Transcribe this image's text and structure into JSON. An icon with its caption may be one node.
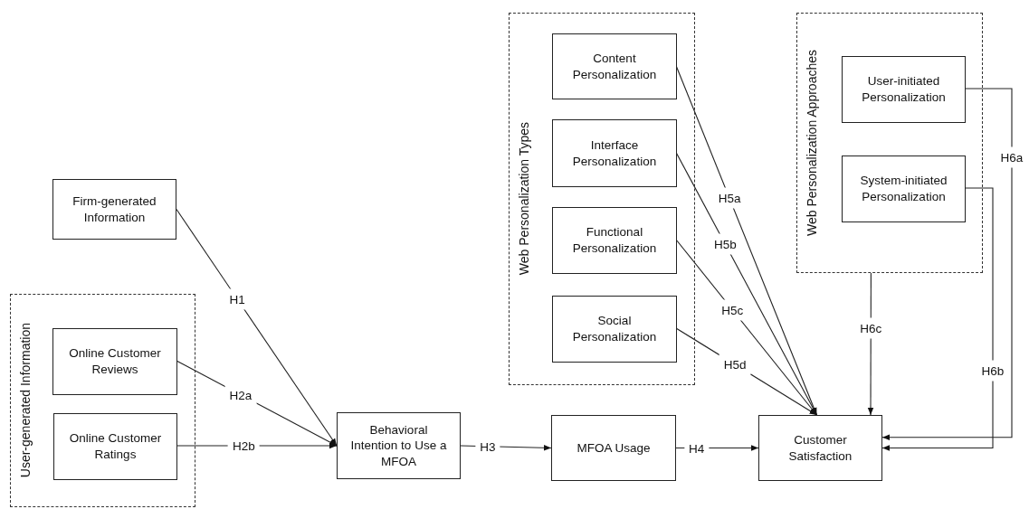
{
  "diagram": {
    "nodes": [
      {
        "text": [
          "Firm-generated Information"
        ]
      },
      {
        "text": [
          "User-generated Information"
        ]
      },
      {
        "text": [
          "Online Customer Reviews"
        ],
        "in": 1
      },
      {
        "text": [
          "Online Customer Ratings"
        ],
        "in": 1
      },
      {
        "text": [
          "Behavioral Intention to Use a MFOA"
        ]
      },
      {
        "text": [
          "Web Personalization Types"
        ]
      },
      {
        "text": [
          "Content Personalization"
        ],
        "in": 5
      },
      {
        "text": [
          "Interface Personalization"
        ],
        "in": 5
      },
      {
        "text": [
          "Functional Personalization"
        ],
        "in": 5
      },
      {
        "text": [
          "Social Personalization"
        ],
        "in": 5
      },
      {
        "text": [
          "MFOA Usage"
        ]
      },
      {
        "text": [
          "Web Personalization Approaches"
        ]
      },
      {
        "text": [
          "User-initiated Personalization"
        ],
        "in": 11
      },
      {
        "text": [
          "System-initiated Personalization"
        ],
        "in": 11
      },
      {
        "text": [
          "Customer Satisfaction"
        ]
      }
    ],
    "edges": [
      {
        "from": 0,
        "to": 4,
        "arrow": "to",
        "label": "H1"
      },
      {
        "from": 2,
        "to": 4,
        "arrow": "to",
        "label": "H2a"
      },
      {
        "from": 3,
        "to": 4,
        "arrow": "to",
        "label": "H2b"
      },
      {
        "from": 4,
        "to": 10,
        "arrow": "to",
        "label": "H3"
      },
      {
        "from": 10,
        "to": 14,
        "arrow": "to",
        "label": "H4"
      },
      {
        "from": 6,
        "to": 14,
        "arrow": "to",
        "label": "H5a"
      },
      {
        "from": 7,
        "to": 14,
        "arrow": "to",
        "label": "H5b"
      },
      {
        "from": 8,
        "to": 14,
        "arrow": "to",
        "label": "H5c"
      },
      {
        "from": 9,
        "to": 14,
        "arrow": "to",
        "label": "H5d"
      },
      {
        "from": 12,
        "to": 14,
        "arrow": "to",
        "label": "H6a"
      },
      {
        "from": 13,
        "to": 14,
        "arrow": "to",
        "label": "H6b"
      },
      {
        "from": 11,
        "to": 14,
        "arrow": "to",
        "label": "H6c"
      }
    ]
  }
}
